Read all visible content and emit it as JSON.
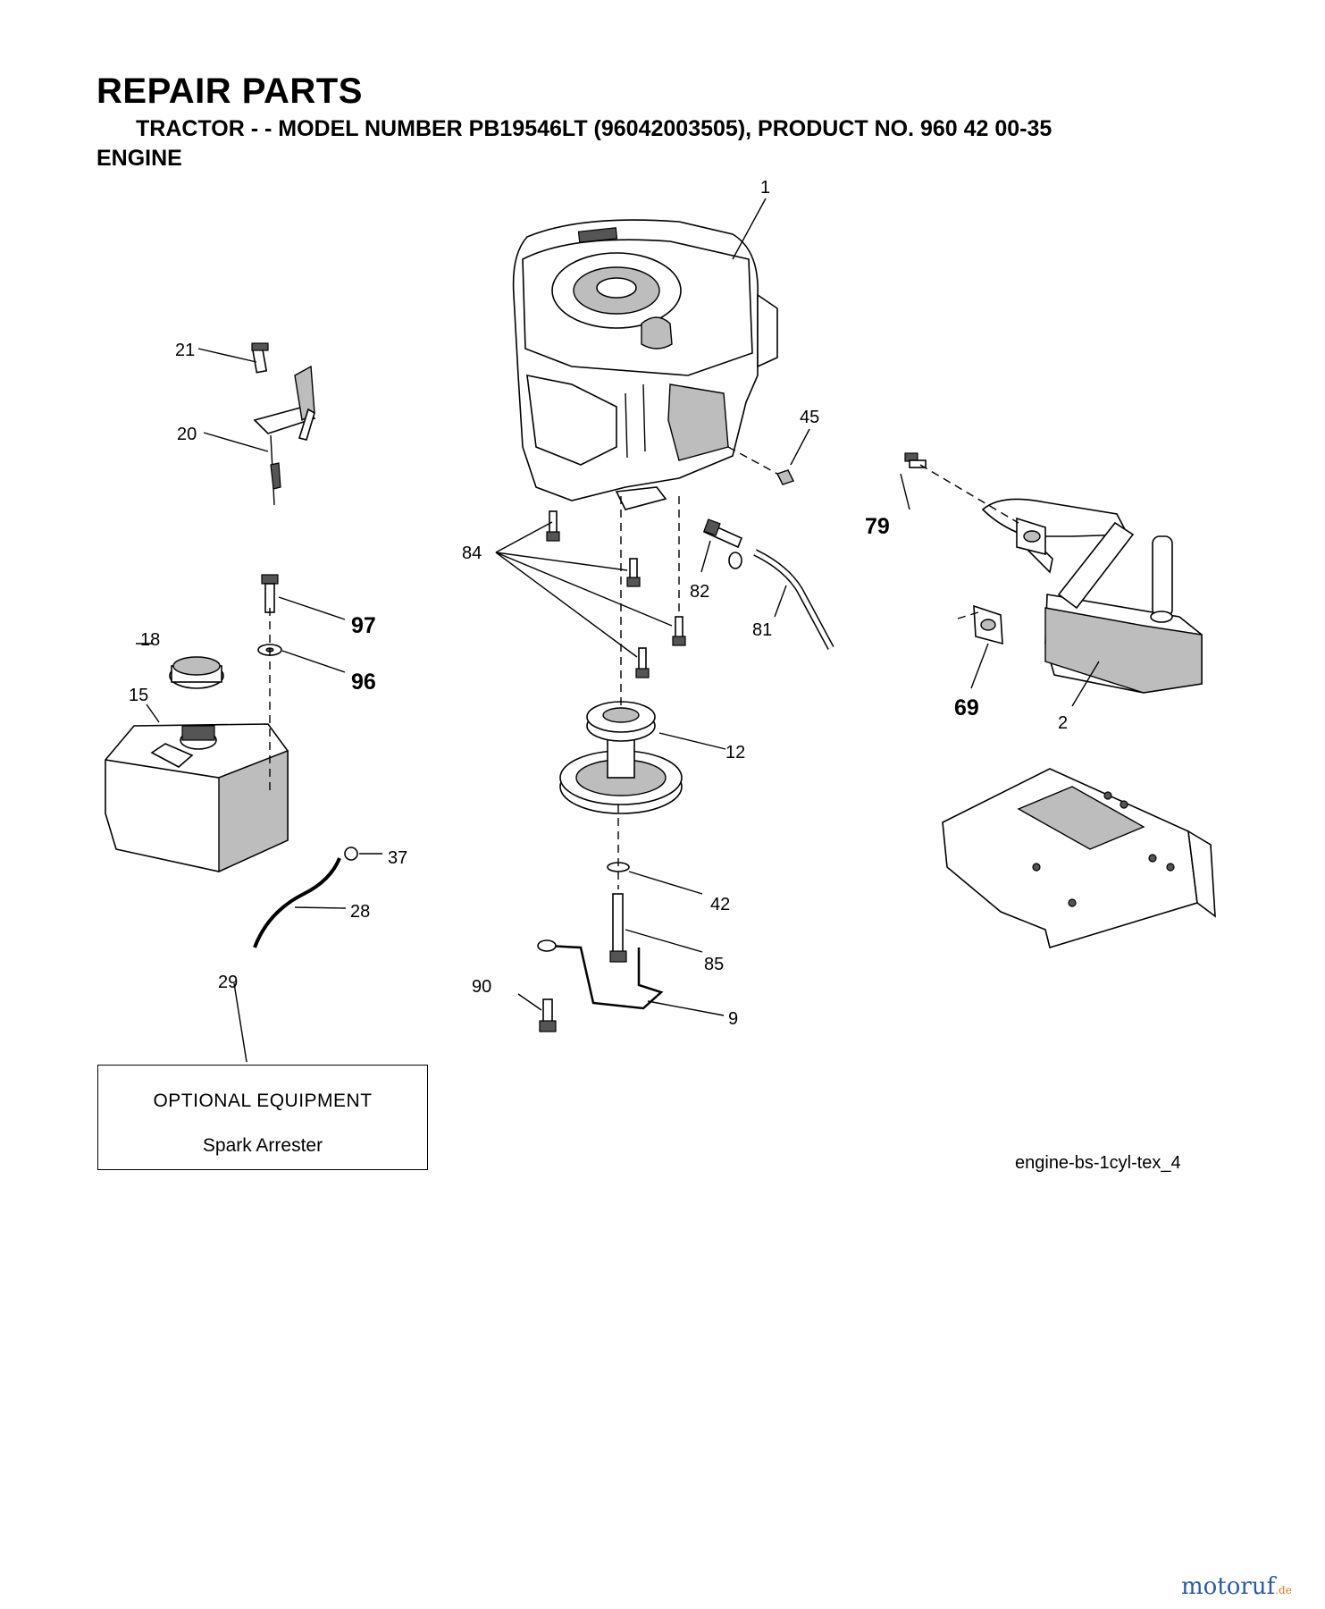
{
  "header": {
    "title": "REPAIR PARTS",
    "subtitle": "TRACTOR - - MODEL NUMBER PB19546LT (96042003505), PRODUCT NO. 960 42 00-35",
    "section": "ENGINE"
  },
  "callouts": {
    "c1": "1",
    "c2": "2",
    "c9": "9",
    "c12": "12",
    "c15": "15",
    "c18": "18",
    "c20": "20",
    "c21": "21",
    "c28": "28",
    "c29": "29",
    "c37": "37",
    "c42": "42",
    "c45": "45",
    "c69": "69",
    "c79": "79",
    "c81": "81",
    "c82": "82",
    "c84": "84",
    "c85": "85",
    "c90": "90",
    "c96": "96",
    "c97": "97"
  },
  "optional_box": {
    "title": "OPTIONAL EQUIPMENT",
    "item": "Spark Arrester"
  },
  "reference_code": "engine-bs-1cyl-tex_4",
  "watermark": {
    "text": "motoruf",
    "suffix": ".de"
  }
}
